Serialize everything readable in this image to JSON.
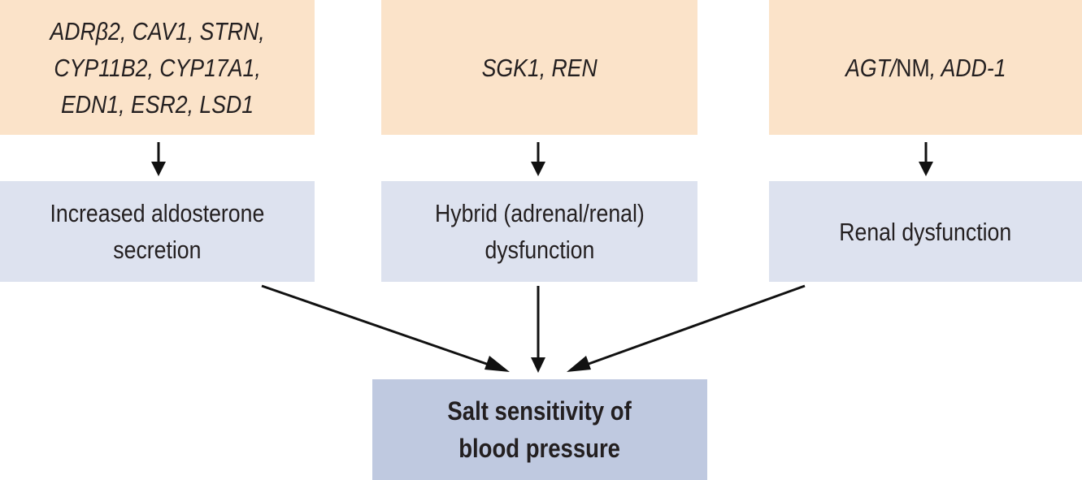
{
  "genes": {
    "left": [
      "ADRβ2, CAV1, STRN,",
      "CYP11B2, CYP17A1,",
      "EDN1, ESR2, LSD1"
    ],
    "middle": [
      "SGK1, REN"
    ],
    "right_prefix": "AGT/",
    "right_upright": "NM",
    "right_suffix": ", ADD-1"
  },
  "effects": {
    "left": [
      "Increased aldosterone",
      "secretion"
    ],
    "middle": [
      "Hybrid (adrenal/renal)",
      "dysfunction"
    ],
    "right": [
      "Renal dysfunction"
    ]
  },
  "outcome": [
    "Salt sensitivity of",
    "blood pressure"
  ],
  "colors": {
    "gene_box": "#fbe3c9",
    "effect_box": "#dde2ef",
    "outcome_box": "#bfc9e0",
    "arrow": "#111111"
  }
}
